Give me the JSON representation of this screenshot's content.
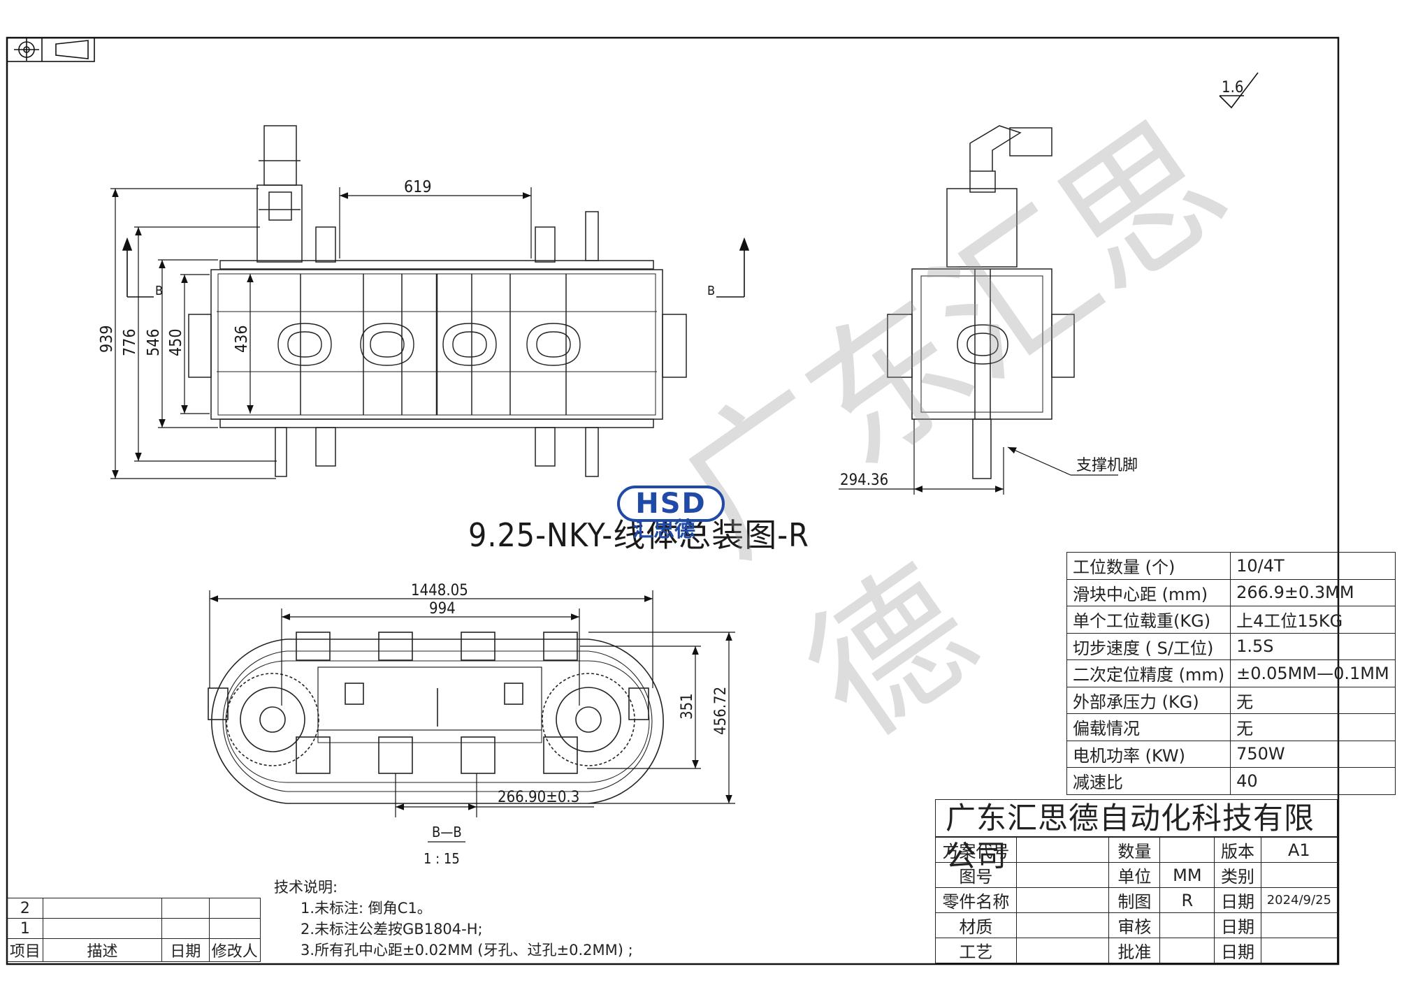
{
  "drawing": {
    "title": "9.25-NKY-线体总装图-R",
    "roughness": "1.6",
    "section_label": "B",
    "section_view_label": "B—B",
    "section_view_scale": "1 : 15",
    "callout_support": "支撑机脚"
  },
  "dimensions": {
    "top_view_width": "619",
    "top_view_h939": "939",
    "top_view_h776": "776",
    "top_view_h546": "546",
    "top_view_h450": "450",
    "top_view_h436": "436",
    "side_view_width": "294.36",
    "section_length": "1448.05",
    "section_center": "994",
    "section_h351": "351",
    "section_h456": "456.72",
    "section_pitch": "266.90±0.3"
  },
  "specs": [
    {
      "label": "工位数量 (个)",
      "value": "10/4T"
    },
    {
      "label": "滑块中心距 (mm)",
      "value": "266.9±0.3MM"
    },
    {
      "label": "单个工位载重(KG)",
      "value": "上4工位15KG"
    },
    {
      "label": "切步速度 ( S/工位)",
      "value": "1.5S"
    },
    {
      "label": "二次定位精度 (mm)",
      "value": "±0.05MM—0.1MM"
    },
    {
      "label": "外部承压力 (KG)",
      "value": "无"
    },
    {
      "label": "偏载情况",
      "value": "无"
    },
    {
      "label": "电机功率 (KW)",
      "value": "750W"
    },
    {
      "label": "减速比",
      "value": "40"
    }
  ],
  "company": "广东汇思德自动化科技有限公司",
  "title_block": [
    [
      "方案代号",
      "",
      "数量",
      "",
      "版本",
      "A1"
    ],
    [
      "图号",
      "",
      "单位",
      "MM",
      "类别",
      ""
    ],
    [
      "零件名称",
      "",
      "制图",
      "R",
      "日期",
      "2024/9/25"
    ],
    [
      "材质",
      "",
      "审核",
      "",
      "日期",
      ""
    ],
    [
      "工艺",
      "",
      "批准",
      "",
      "日期",
      ""
    ]
  ],
  "revision_table": {
    "rows": [
      "2",
      "1"
    ],
    "headers": [
      "项目",
      "描述",
      "日期",
      "修改人"
    ]
  },
  "notes": {
    "heading": "技术说明:",
    "items": [
      "1.未标注: 倒角C1。",
      "2.未标注公差按GB1804-H;",
      "3.所有孔中心距±0.02MM (牙孔、过孔±0.2MM) ;"
    ]
  },
  "logo": {
    "text": "HSD",
    "subtitle": "汇思德"
  },
  "watermark": [
    "广东汇思德"
  ]
}
